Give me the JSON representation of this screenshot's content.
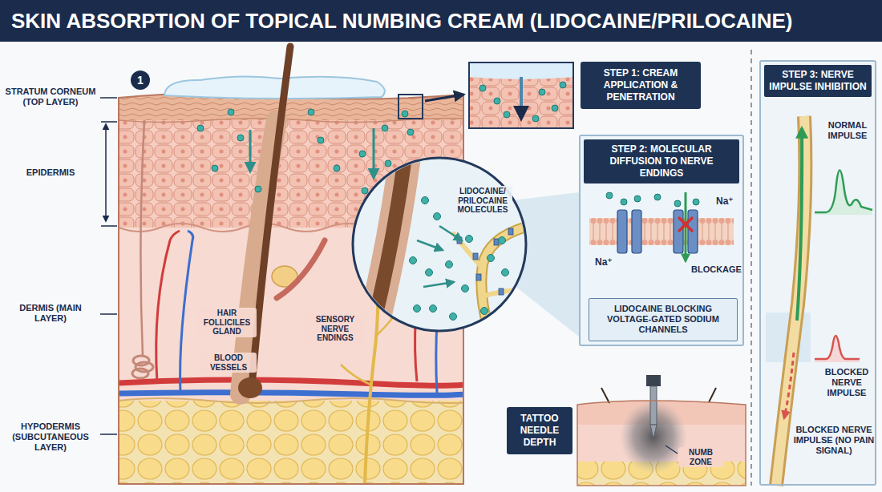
{
  "diagram": {
    "title": "SKIN ABSORPTION OF TOPICAL NUMBING CREAM (LIDOCAINE/PRILOCAINE)",
    "nodes": [
      {
        "text": [
          "1"
        ]
      },
      {
        "text": [
          "STEP 1: CREAM APPLICATION & PENETRATION"
        ]
      },
      {
        "text": [
          "STEP 2: MOLECULAR DIFFUSION TO NERVE ENDINGS"
        ]
      },
      {
        "text": [
          "LIDOCAINE BLOCKING VOLTAGE-GATED SODIUM CHANNELS"
        ],
        "in": 2
      },
      {
        "text": [
          "STEP 3: NERVE IMPULSE INHIBITION"
        ]
      },
      {
        "text": [
          "TATTOO NEEDLE DEPTH"
        ]
      }
    ],
    "labels": [
      "STRATUM CORNEUM (TOP LAYER)",
      "EPIDERMIS",
      "DERMIS (MAIN LAYER)",
      "HYPODERMIS (SUBCUTANEOUS LAYER)",
      "HAIR FOLLICILES GLAND",
      "BLOOD VESSELS",
      "SENSORY NERVE ENDINGS",
      "LIDOCAINE/ PRILOCAINE MOLECULES",
      "Na⁺",
      "Na⁺",
      "BLOCKAGE",
      "NORMAL IMPULSE",
      "BLOCKED NERVE IMPULSE",
      "BLOCKED NERVE IMPULSE (NO PAIN SIGNAL)",
      "NUMB ZONE"
    ]
  }
}
